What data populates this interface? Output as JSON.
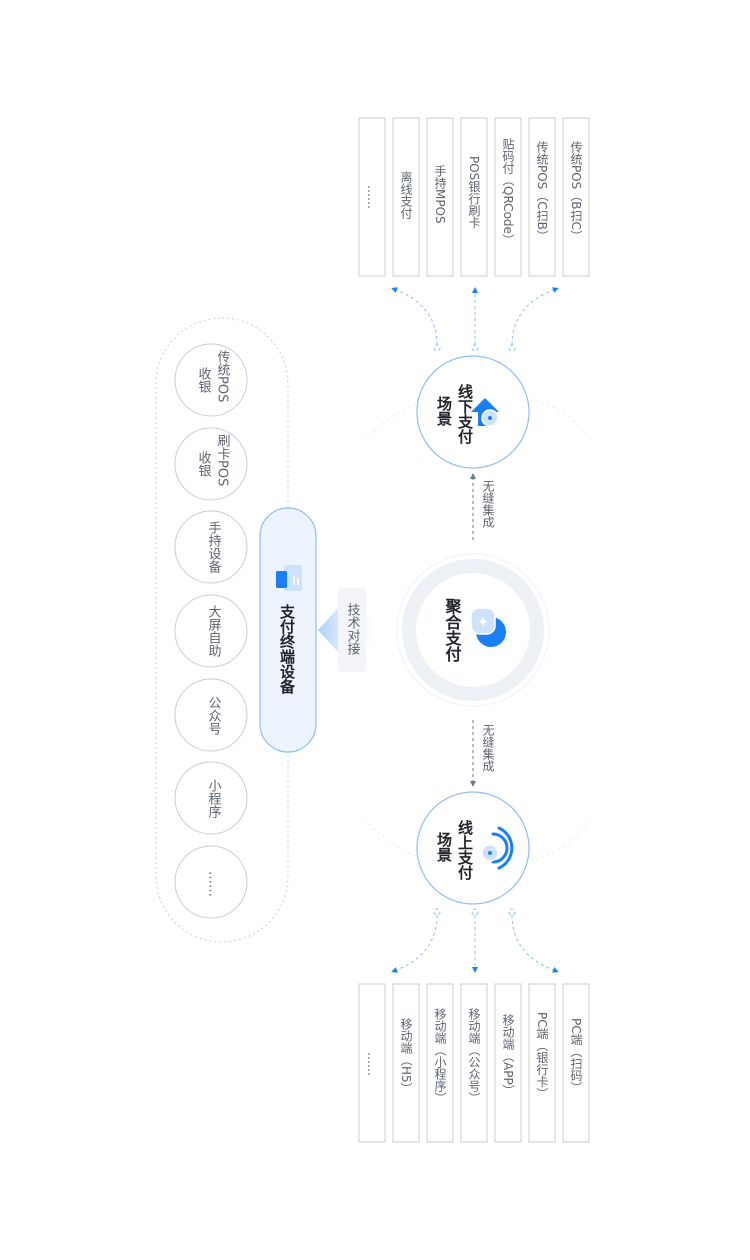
{
  "center": {
    "label": "聚合支付"
  },
  "offline": {
    "label_line1": "线下支付",
    "label_line2": "场景",
    "items": [
      "传统POS（B扫C）",
      "传统POS（C扫B）",
      "贴码付（QRCode）",
      "POS银行刷卡",
      "手持MPOS",
      "离线支付",
      "……"
    ]
  },
  "online": {
    "label_line1": "线上支付",
    "label_line2": "场景",
    "items": [
      "PC端（扫码）",
      "PC端（银行卡）",
      "移动端（APP）",
      "移动端（公众号）",
      "移动端（小程序）",
      "移动端（H5）",
      "……"
    ]
  },
  "connector": {
    "integration_top": "无缝集成",
    "integration_bottom": "无缝集成",
    "tech": "技术对接"
  },
  "terminal": {
    "label": "支付终端设备",
    "items": [
      {
        "line1": "传统POS",
        "line2": "收银"
      },
      {
        "line1": "刷卡POS",
        "line2": "收银"
      },
      {
        "line1": "手持设备",
        "line2": ""
      },
      {
        "line1": "大屏自助",
        "line2": ""
      },
      {
        "line1": "公众号",
        "line2": ""
      },
      {
        "line1": "小程序",
        "line2": ""
      },
      {
        "line1": "……",
        "line2": ""
      }
    ]
  },
  "colors": {
    "primary": "#1a7ef5",
    "light_blue": "#dcebfc",
    "line": "#8fbdf2",
    "box_border": "#c9ccd1",
    "text": "#5d6470",
    "dark_text": "#20242b"
  }
}
